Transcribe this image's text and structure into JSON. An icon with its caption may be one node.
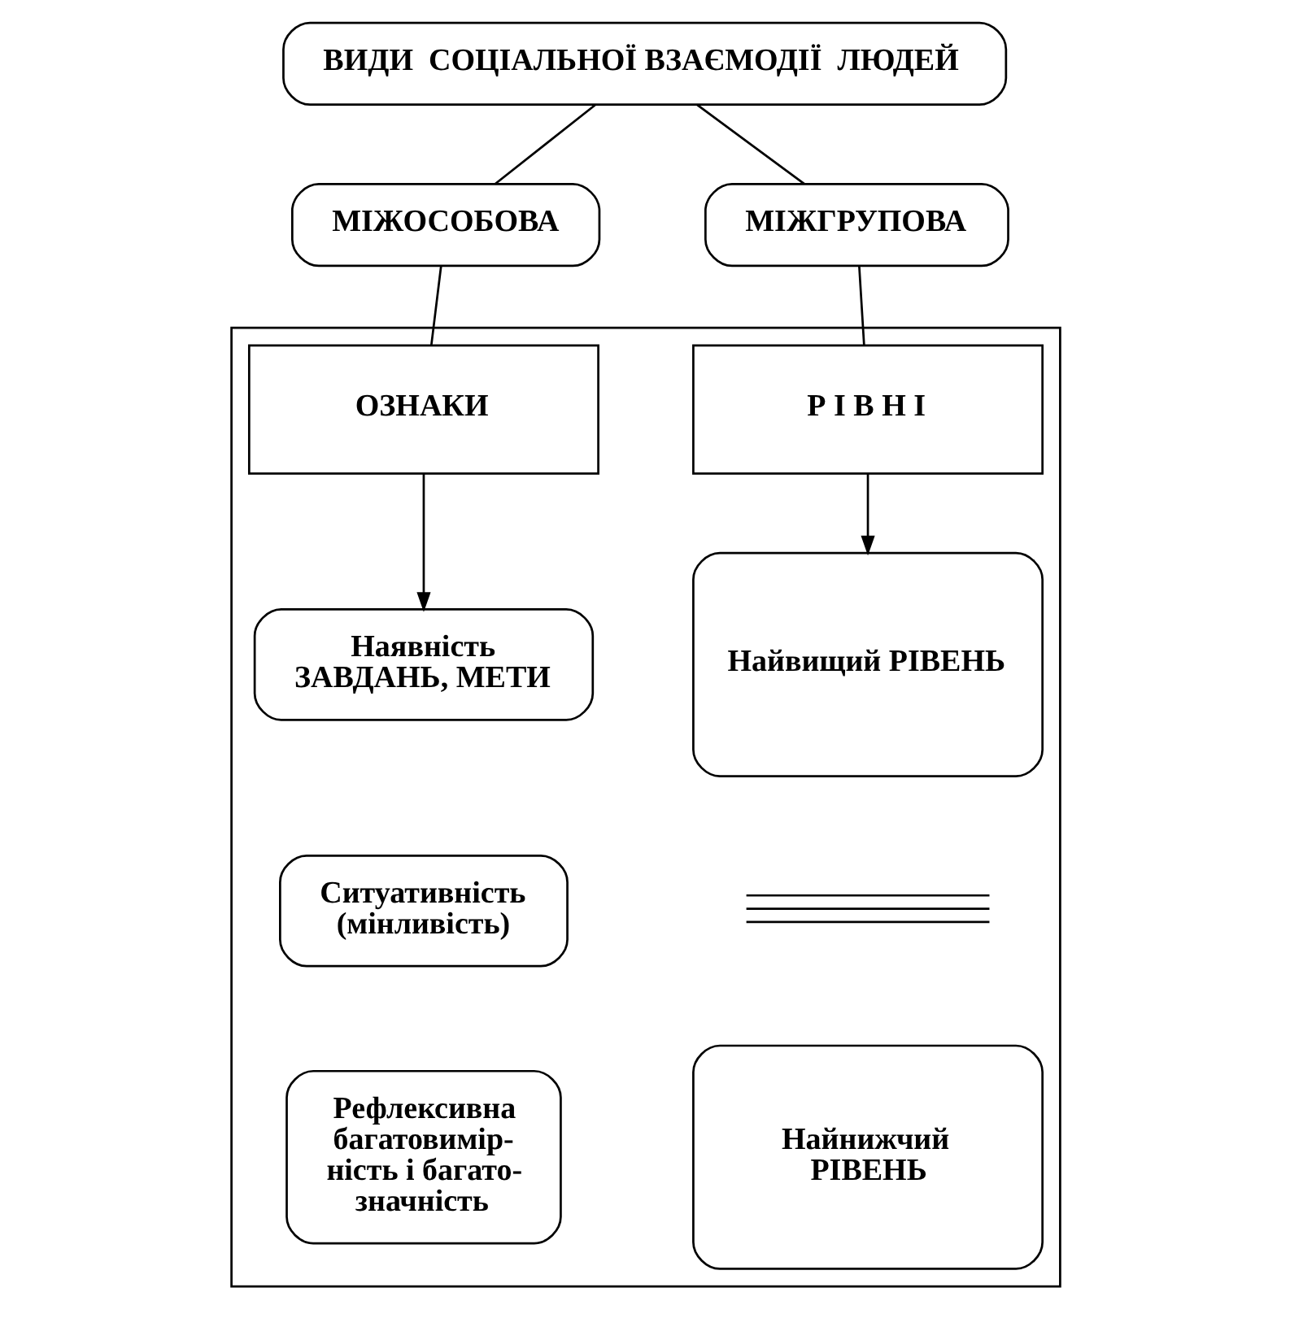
{
  "diagram": {
    "nodes": [
      {
        "text": [
          "ВИДИ  СОЦІАЛЬНОЇ ВЗАЄМОДІЇ  ЛЮДЕЙ"
        ]
      },
      {
        "text": [
          "МІЖОСОБОВА"
        ]
      },
      {
        "text": [
          "МІЖГРУПОВА"
        ]
      },
      {
        "text": [],
        "shape": "box"
      },
      {
        "text": [
          "ОЗНАКИ"
        ],
        "in": 3
      },
      {
        "text": [
          "Р І В Н І"
        ],
        "in": 3
      },
      {
        "text": [
          "Наявність ЗАВДАНЬ, МЕТИ"
        ],
        "in": 3
      },
      {
        "text": [
          "Ситуативність (мінливість)"
        ],
        "in": 3
      },
      {
        "text": [
          "Рефлексивна багатовимір- ність і багато- значність"
        ],
        "in": 3
      },
      {
        "text": [
          "Найвищий РІВЕНЬ"
        ],
        "in": 3
      },
      {
        "text": [],
        "shape": "bar",
        "in": 3
      },
      {
        "text": [
          "Найнижчий РІВЕНЬ"
        ],
        "in": 3
      }
    ],
    "edges": [
      {
        "from": 0,
        "to": 1,
        "arrow": "none"
      },
      {
        "from": 0,
        "to": 2,
        "arrow": "none"
      },
      {
        "from": 1,
        "to": 4,
        "arrow": "none"
      },
      {
        "from": 2,
        "to": 5,
        "arrow": "none"
      },
      {
        "from": 4,
        "to": 6,
        "arrow": "to"
      },
      {
        "from": 5,
        "to": 9,
        "arrow": "to"
      }
    ]
  }
}
